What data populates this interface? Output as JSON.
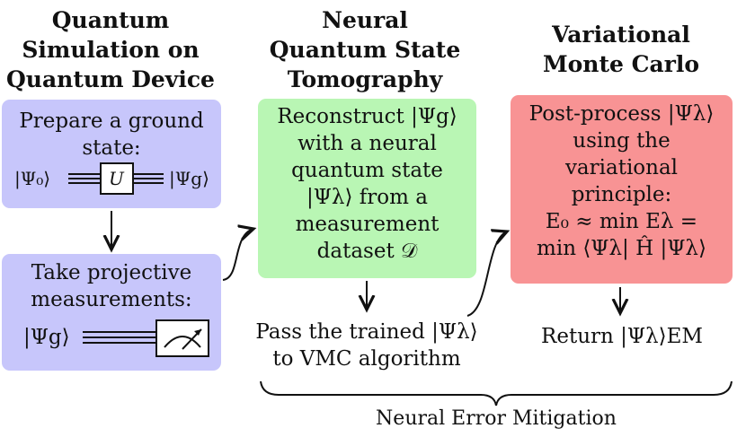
{
  "columns": [
    {
      "title_lines": [
        "Quantum",
        "Simulation on",
        "Quantum Device"
      ]
    },
    {
      "title_lines": [
        "Neural",
        "Quantum State",
        "Tomography"
      ]
    },
    {
      "title_lines": [
        "Variational",
        "Monte Carlo"
      ]
    }
  ],
  "prepare_box": {
    "line1": "Prepare a ground",
    "line2": "state:",
    "ket_in": "|Ψ₀⟩",
    "gate": "U",
    "ket_out": "|Ψg⟩"
  },
  "measure_box": {
    "line1": "Take projective",
    "line2": "measurements:",
    "ket": "|Ψg⟩"
  },
  "reconstruct_box": {
    "lines": [
      "Reconstruct |Ψg⟩",
      "with a neural",
      "quantum state",
      "|Ψλ⟩ from a",
      "measurement",
      "dataset 𝒟"
    ]
  },
  "pass_text": {
    "lines": [
      "Pass the trained |Ψλ⟩",
      "to VMC algorithm"
    ]
  },
  "postprocess_box": {
    "lines": [
      "Post-process |Ψλ⟩",
      "using the",
      "variational",
      "principle:",
      "E₀ ≈ min Eλ =",
      "min ⟨Ψλ| Ĥ |Ψλ⟩"
    ]
  },
  "return_text": "Return |Ψλ⟩EM",
  "brace_label": "Neural Error Mitigation",
  "colors": {
    "blue": "#c7c6fb",
    "green": "#b9f6b4",
    "red": "#f89394"
  }
}
